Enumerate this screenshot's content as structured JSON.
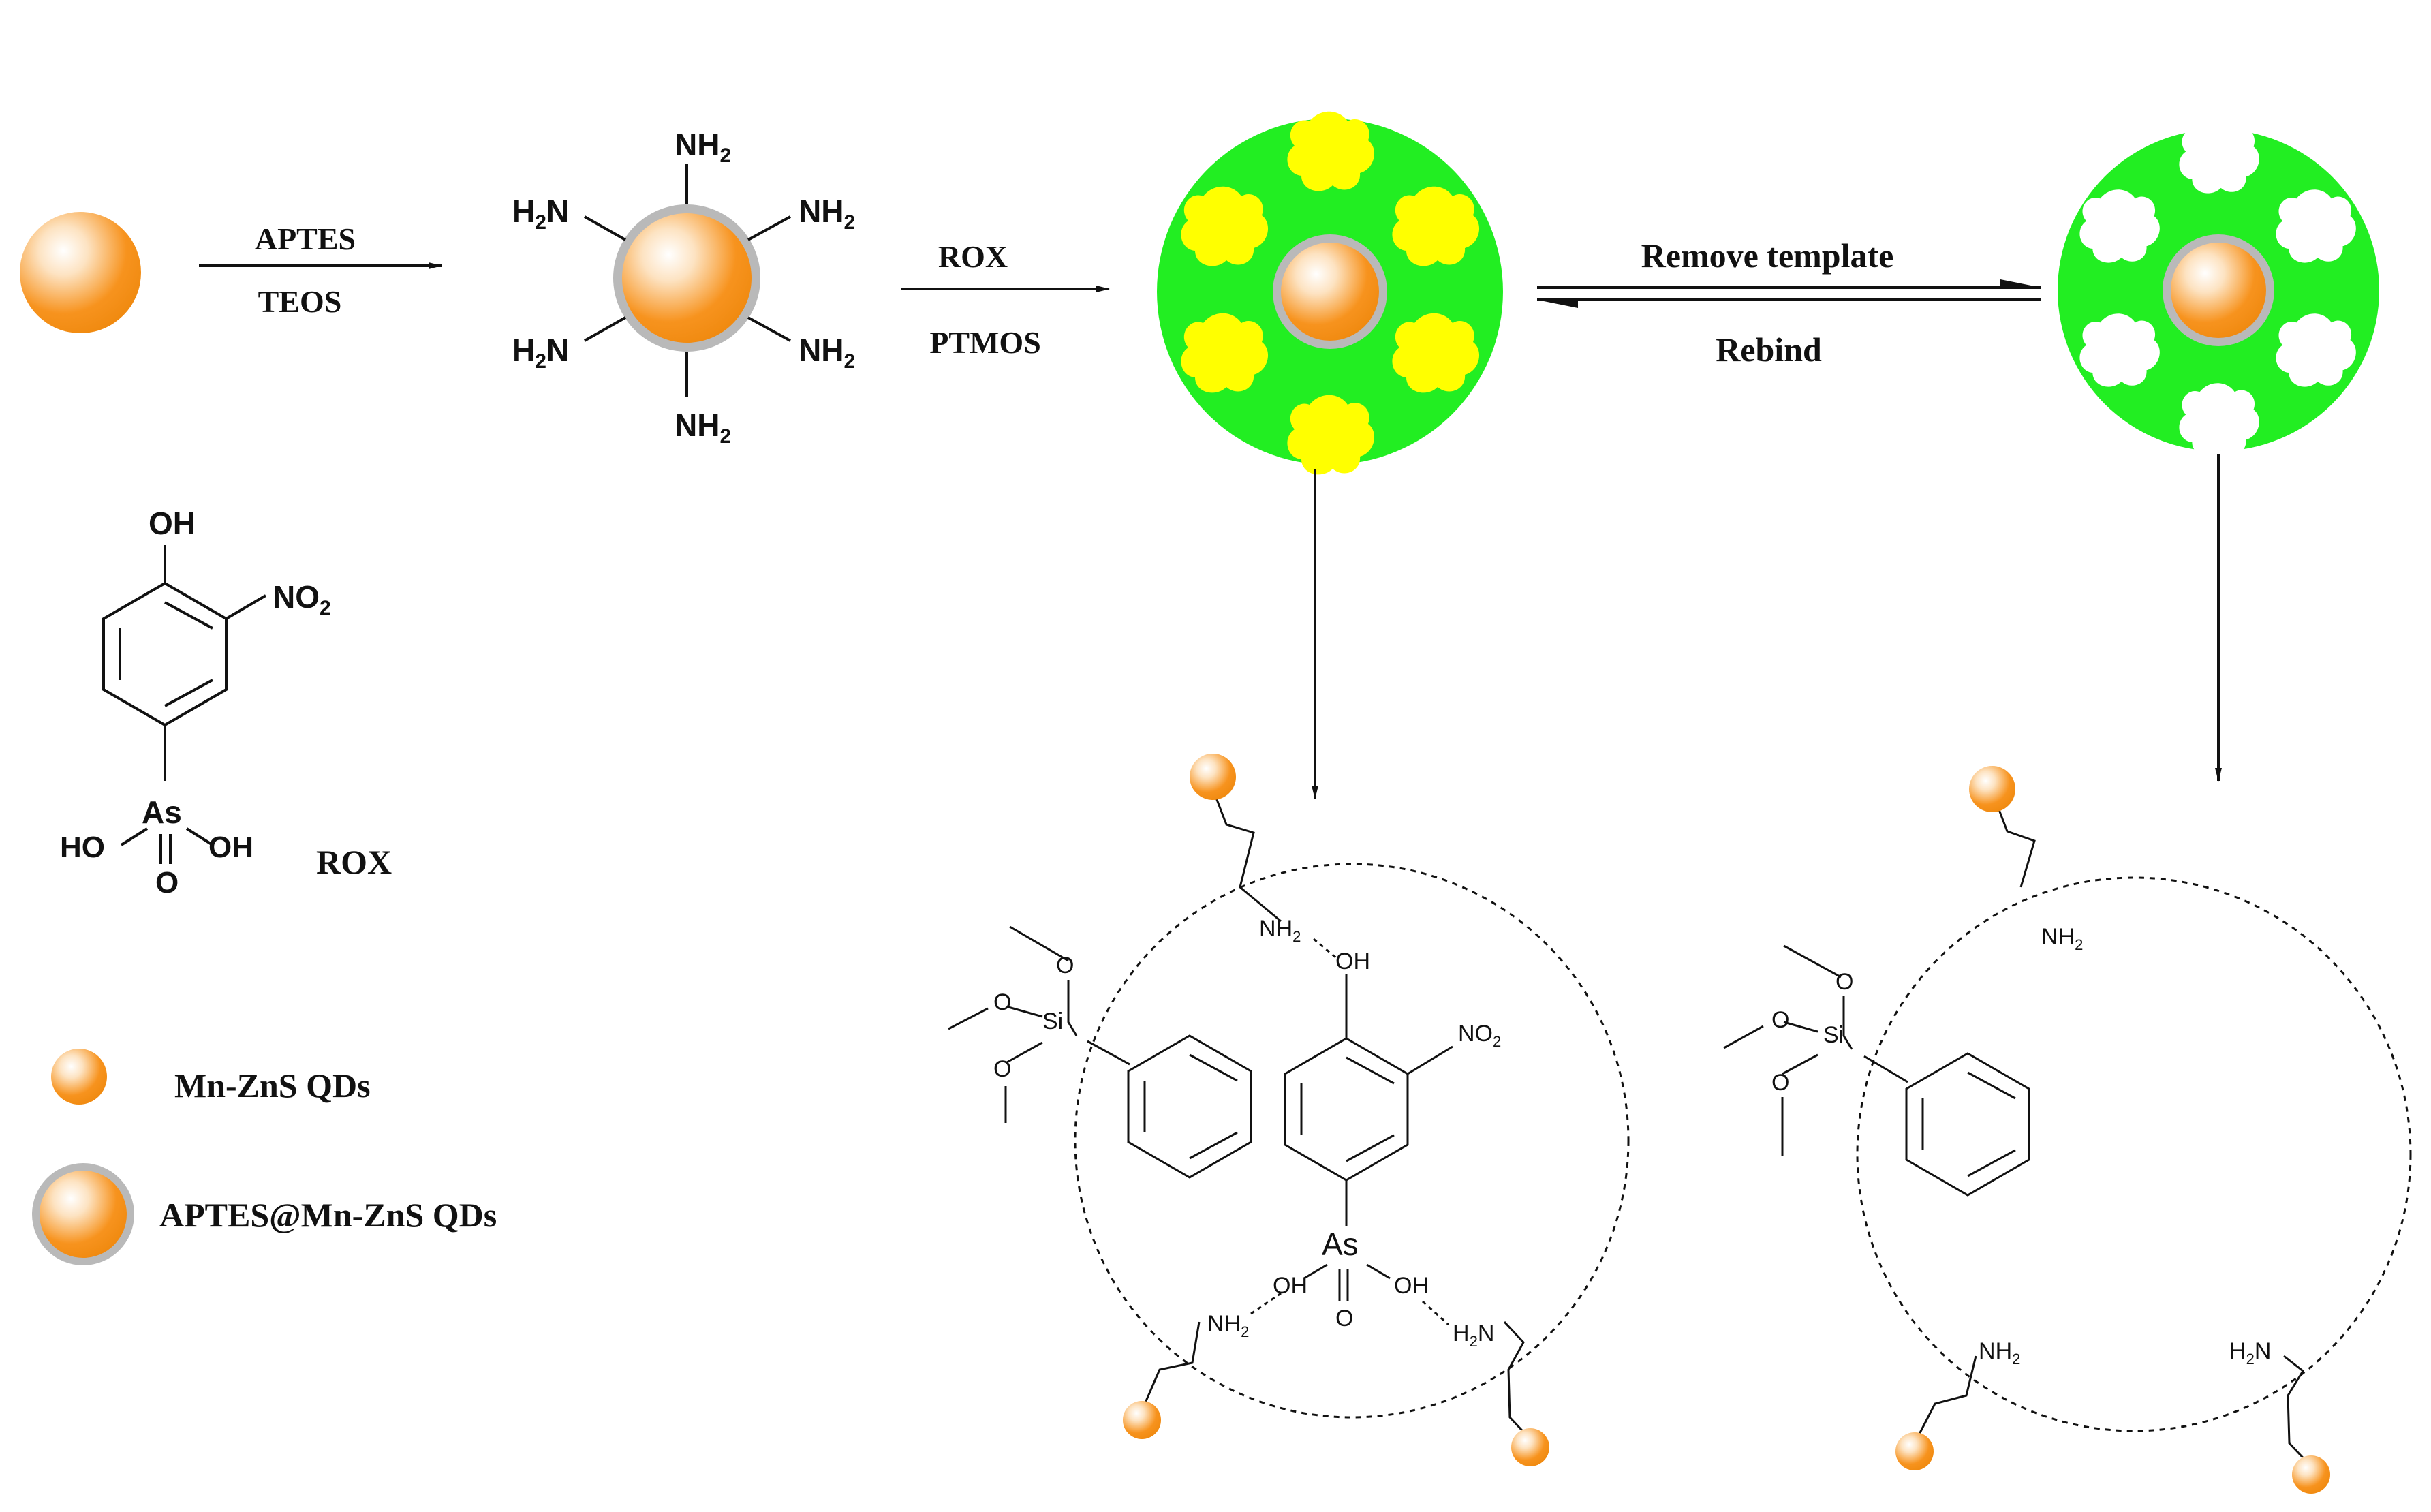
{
  "reaction": {
    "step1_top": "APTES",
    "step1_bottom": "TEOS",
    "step2_top": "ROX",
    "step2_bottom": "PTMOS",
    "eq_top": "Remove template",
    "eq_bottom": "Rebind"
  },
  "amine": {
    "n": "N",
    "h": "H",
    "sub2": "2"
  },
  "rox": {
    "name": "ROX",
    "oh": "OH",
    "no": "NO",
    "as": "As",
    "ho": "HO",
    "o": "O",
    "si": "Si",
    "sub2": "2"
  },
  "legend": {
    "qd": "Mn-ZnS QDs",
    "aptes_qd": "APTES@Mn-ZnS QDs"
  },
  "colors": {
    "orange": "#f7931e",
    "shell_gray": "#b9b9b9",
    "polymer_green": "#22ee22",
    "template_yellow": "#ffff00",
    "cavity_white": "#ffffff"
  }
}
